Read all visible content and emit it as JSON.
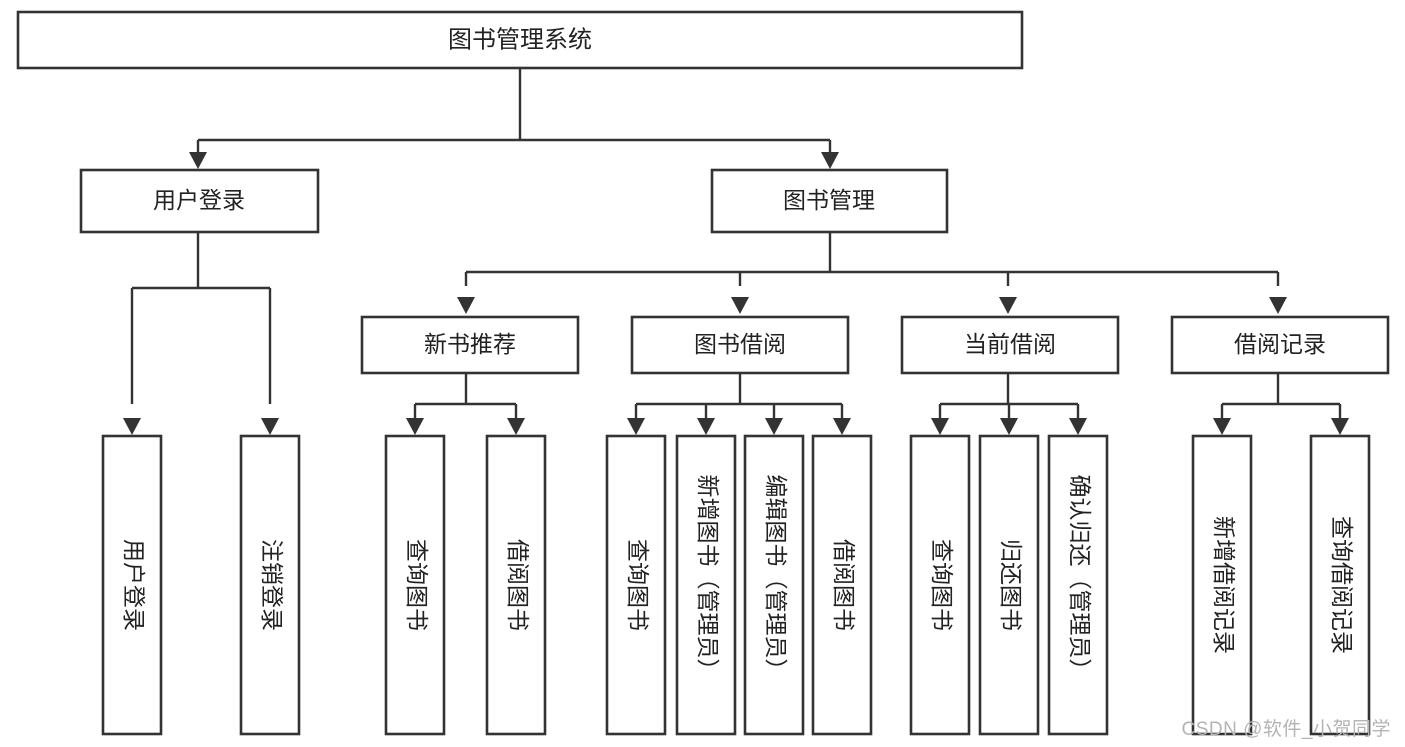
{
  "diagram": {
    "title": "图书管理系统",
    "type": "tree",
    "watermark": "CSDN @软件_小贺同学",
    "colors": {
      "box_stroke": "#333333",
      "box_fill": "#ffffff",
      "text": "#222222",
      "connector": "#333333",
      "watermark": "#b4b4b4",
      "background": "#ffffff"
    },
    "levels": {
      "root": {
        "label": "图书管理系统"
      },
      "level2": [
        {
          "id": "user-login",
          "label": "用户登录"
        },
        {
          "id": "book-manage",
          "label": "图书管理"
        }
      ],
      "level3": [
        {
          "id": "new-book-recommend",
          "label": "新书推荐",
          "parent": "book-manage"
        },
        {
          "id": "book-borrow",
          "label": "图书借阅",
          "parent": "book-manage"
        },
        {
          "id": "current-borrow",
          "label": "当前借阅",
          "parent": "book-manage"
        },
        {
          "id": "borrow-record",
          "label": "借阅记录",
          "parent": "book-manage"
        }
      ],
      "leaves": {
        "user-login": [
          {
            "id": "leaf-user-login",
            "label": "用户登录"
          },
          {
            "id": "leaf-user-logout",
            "label": "注销登录"
          }
        ],
        "new-book-recommend": [
          {
            "id": "leaf-query-book-1",
            "label": "查询图书"
          },
          {
            "id": "leaf-borrow-book-1",
            "label": "借阅图书"
          }
        ],
        "book-borrow": [
          {
            "id": "leaf-query-book-2",
            "label": "查询图书"
          },
          {
            "id": "leaf-add-book",
            "label": "新增图书（管理员）"
          },
          {
            "id": "leaf-edit-book",
            "label": "编辑图书（管理员）"
          },
          {
            "id": "leaf-borrow-book-2",
            "label": "借阅图书"
          }
        ],
        "current-borrow": [
          {
            "id": "leaf-query-book-3",
            "label": "查询图书"
          },
          {
            "id": "leaf-return-book",
            "label": "归还图书"
          },
          {
            "id": "leaf-confirm-return",
            "label": "确认归还（管理员）"
          }
        ],
        "borrow-record": [
          {
            "id": "leaf-add-record",
            "label": "新增借阅记录"
          },
          {
            "id": "leaf-query-record",
            "label": "查询借阅记录"
          }
        ]
      }
    }
  }
}
